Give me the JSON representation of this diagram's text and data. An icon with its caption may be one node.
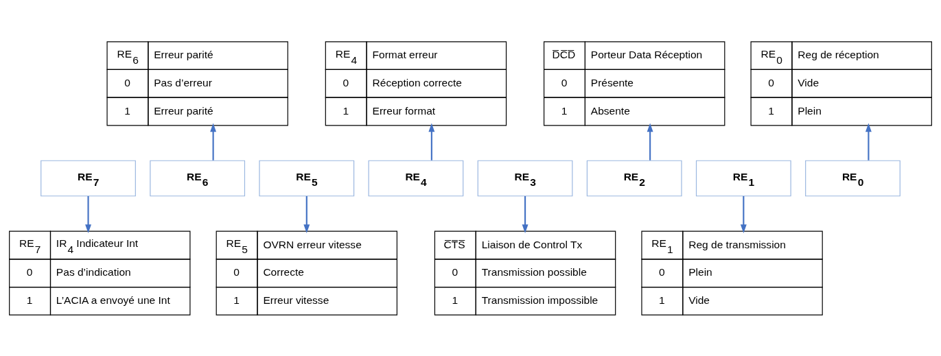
{
  "diagram": {
    "nodes": [
      {
        "text": [
          "RE$_{6}$",
          "Erreur parité",
          "0",
          "Pas d’erreur",
          "1",
          "Erreur parité"
        ]
      },
      {
        "text": [
          "RE$_{4}$",
          "Format erreur",
          "0",
          "Réception correcte",
          "1",
          "Erreur format"
        ]
      },
      {
        "text": [
          "D̅C̅D̅",
          "Porteur Data Réception",
          "0",
          "Présente",
          "1",
          "Absente"
        ]
      },
      {
        "text": [
          "RE$_{0}$",
          "Reg de réception",
          "0",
          "Vide",
          "1",
          "Plein"
        ]
      },
      {
        "text": [
          "RE$_{7}$"
        ]
      },
      {
        "text": [
          "RE$_{6}$"
        ]
      },
      {
        "text": [
          "RE$_{5}$"
        ]
      },
      {
        "text": [
          "RE$_{4}$"
        ]
      },
      {
        "text": [
          "RE$_{3}$"
        ]
      },
      {
        "text": [
          "RE$_{2}$"
        ]
      },
      {
        "text": [
          "RE$_{1}$"
        ]
      },
      {
        "text": [
          "RE$_{0}$"
        ]
      },
      {
        "text": [
          "RE$_{7}$",
          "IR$_{4}$ Indicateur Int",
          "0",
          "Pas d’indication",
          "1",
          "L’ACIA a envoyé une Int"
        ]
      },
      {
        "text": [
          "RE$_{5}$",
          "OVRN erreur vitesse",
          "0",
          "Correcte",
          "1",
          "Erreur vitesse"
        ]
      },
      {
        "text": [
          "C̅T̅S̅",
          "Liaison de Control Tx",
          "0",
          "Transmission possible",
          "1",
          "Transmission impossible"
        ]
      },
      {
        "text": [
          "RE$_{1}$",
          "Reg de transmission",
          "0",
          "Plein",
          "1",
          "Vide"
        ]
      }
    ],
    "edges": [
      {
        "from": 5,
        "to": 0,
        "arrow": "to"
      },
      {
        "from": 7,
        "to": 1,
        "arrow": "to"
      },
      {
        "from": 9,
        "to": 2,
        "arrow": "to"
      },
      {
        "from": 11,
        "to": 3,
        "arrow": "to"
      },
      {
        "from": 4,
        "to": 12,
        "arrow": "to"
      },
      {
        "from": 6,
        "to": 13,
        "arrow": "to"
      },
      {
        "from": 8,
        "to": 14,
        "arrow": "to"
      },
      {
        "from": 10,
        "to": 15,
        "arrow": "to"
      }
    ]
  }
}
